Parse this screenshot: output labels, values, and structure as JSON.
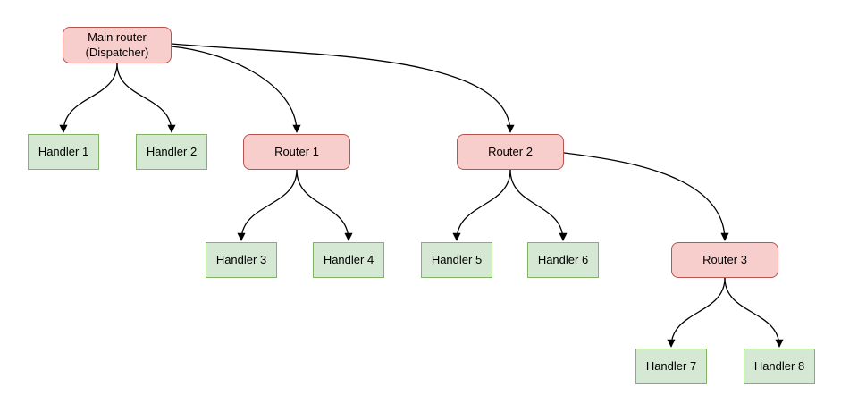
{
  "diagram": {
    "background": "#ffffff",
    "colors": {
      "router_fill": "#f8cecc",
      "router_border": "#b85450",
      "handler_fill": "#d5e8d4",
      "handler_border": "#82b366",
      "edge": "#000000",
      "background": "#ffffff"
    },
    "nodes": [
      {
        "id": "main",
        "type": "router",
        "label": "Main router (Dispatcher)"
      },
      {
        "id": "handler1",
        "type": "handler",
        "label": "Handler 1"
      },
      {
        "id": "handler2",
        "type": "handler",
        "label": "Handler 2"
      },
      {
        "id": "router1",
        "type": "router",
        "label": "Router 1"
      },
      {
        "id": "router2",
        "type": "router",
        "label": "Router 2"
      },
      {
        "id": "handler3",
        "type": "handler",
        "label": "Handler 3"
      },
      {
        "id": "handler4",
        "type": "handler",
        "label": "Handler 4"
      },
      {
        "id": "handler5",
        "type": "handler",
        "label": "Handler 5"
      },
      {
        "id": "handler6",
        "type": "handler",
        "label": "Handler 6"
      },
      {
        "id": "router3",
        "type": "router",
        "label": "Router 3"
      },
      {
        "id": "handler7",
        "type": "handler",
        "label": "Handler 7"
      },
      {
        "id": "handler8",
        "type": "handler",
        "label": "Handler 8"
      }
    ],
    "edges": [
      {
        "from": "main",
        "to": "handler1"
      },
      {
        "from": "main",
        "to": "handler2"
      },
      {
        "from": "main",
        "to": "router1"
      },
      {
        "from": "main",
        "to": "router2"
      },
      {
        "from": "router1",
        "to": "handler3"
      },
      {
        "from": "router1",
        "to": "handler4"
      },
      {
        "from": "router2",
        "to": "handler5"
      },
      {
        "from": "router2",
        "to": "handler6"
      },
      {
        "from": "router2",
        "to": "router3"
      },
      {
        "from": "router3",
        "to": "handler7"
      },
      {
        "from": "router3",
        "to": "handler8"
      }
    ]
  }
}
